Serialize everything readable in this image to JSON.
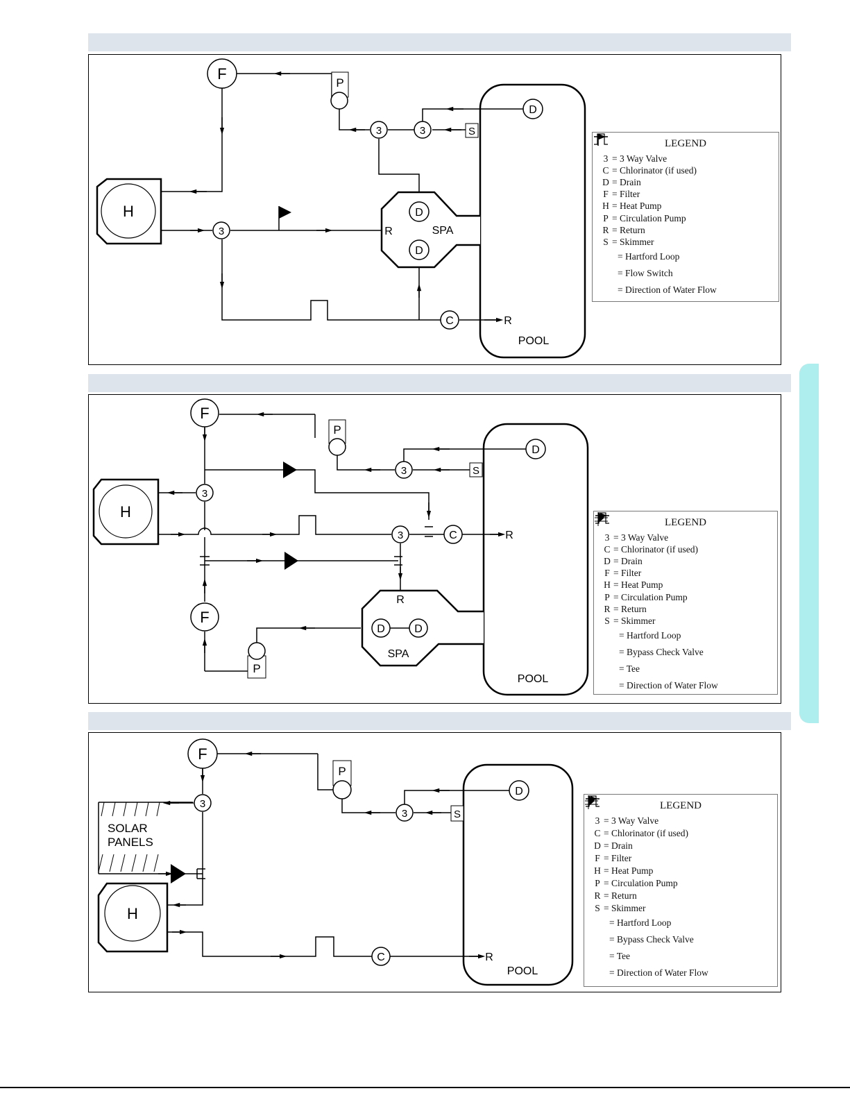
{
  "legend": {
    "title": "LEGEND",
    "three_way_valve": {
      "sym": "3",
      "text": "= 3 Way Valve"
    },
    "chlorinator": {
      "sym": "C",
      "text": "= Chlorinator (if used)"
    },
    "drain": {
      "sym": "D",
      "text": "= Drain"
    },
    "filter": {
      "sym": "F",
      "text": "= Filter"
    },
    "heat_pump": {
      "sym": "H",
      "text": "= Heat Pump"
    },
    "circulation_pump": {
      "sym": "P",
      "text": "= Circulation Pump"
    },
    "return": {
      "sym": "R",
      "text": "= Return"
    },
    "skimmer": {
      "sym": "S",
      "text": "= Skimmer"
    },
    "hartford_loop": "= Hartford Loop",
    "flow_switch": "= Flow Switch",
    "bypass_check_valve": "= Bypass Check Valve",
    "tee": "= Tee",
    "direction": "= Direction of Water Flow"
  },
  "labels": {
    "filter": "F",
    "pump": "P",
    "heat_pump": "H",
    "valve": "3",
    "drain": "D",
    "skimmer": "S",
    "chlorinator": "C",
    "return": "R",
    "spa": "SPA",
    "pool": "POOL",
    "solar_line1": "SOLAR",
    "solar_line2": "PANELS"
  }
}
